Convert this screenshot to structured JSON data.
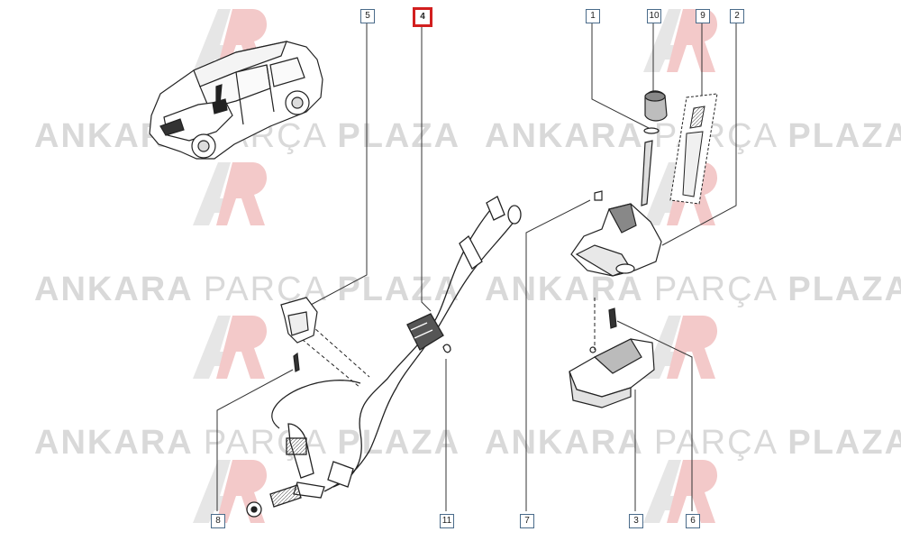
{
  "watermark": {
    "word_bold_1": "ANKARA",
    "word_light": "PARÇA",
    "word_bold_2": "PLAZA",
    "color": "#d9d9d9",
    "logo_colors": [
      "#e6e6e6",
      "#f3c9c9"
    ]
  },
  "highlight_color": "#d21f1f",
  "callouts": [
    {
      "id": "c5",
      "label": "5"
    },
    {
      "id": "c4",
      "label": "4",
      "highlight": true
    },
    {
      "id": "c1",
      "label": "1"
    },
    {
      "id": "c10",
      "label": "10"
    },
    {
      "id": "c9",
      "label": "9"
    },
    {
      "id": "c2",
      "label": "2"
    },
    {
      "id": "c8",
      "label": "8"
    },
    {
      "id": "c11",
      "label": "11"
    },
    {
      "id": "c7",
      "label": "7"
    },
    {
      "id": "c3",
      "label": "3"
    },
    {
      "id": "c6",
      "label": "6"
    }
  ],
  "parts": [
    "car-illustration",
    "gear-cable-assembly",
    "cable-bracket",
    "shift-knob",
    "shift-boot-gaiter",
    "shift-lever-housing",
    "shift-base-plate"
  ]
}
